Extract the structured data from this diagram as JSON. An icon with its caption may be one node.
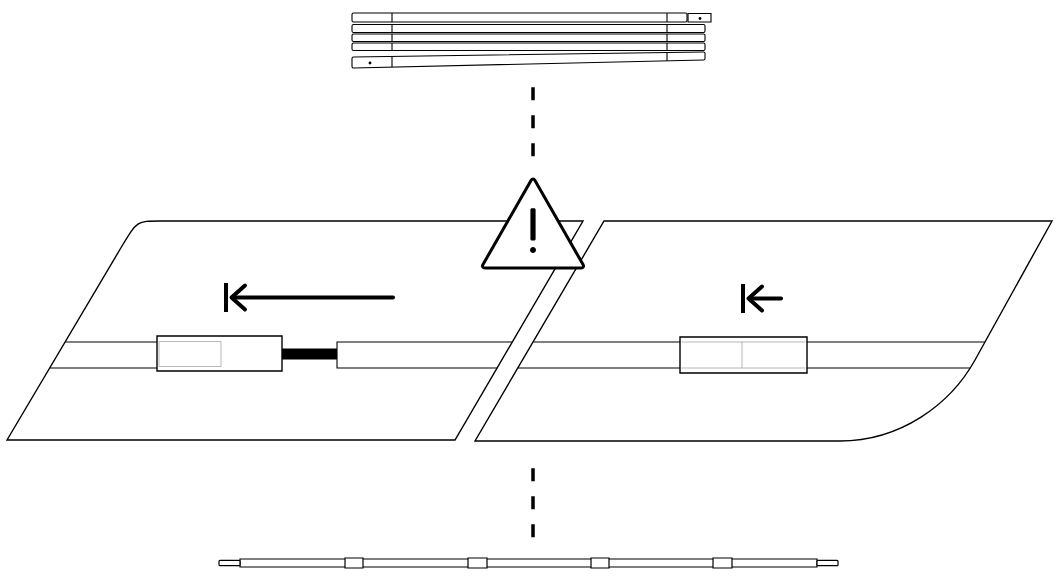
{
  "diagram": {
    "nodes": [
      {
        "text": [],
        "shape": "picture"
      },
      {
        "text": [],
        "shape": "triangle"
      },
      {
        "text": [],
        "shape": "picture"
      },
      {
        "text": [],
        "shape": "picture"
      },
      {
        "text": [],
        "shape": "bar"
      }
    ],
    "edges": [
      {
        "from": 0,
        "to": 1,
        "arrow": "none",
        "style": "dashed"
      },
      {
        "from": 3,
        "to": 4,
        "arrow": "none",
        "style": "dashed"
      }
    ]
  }
}
